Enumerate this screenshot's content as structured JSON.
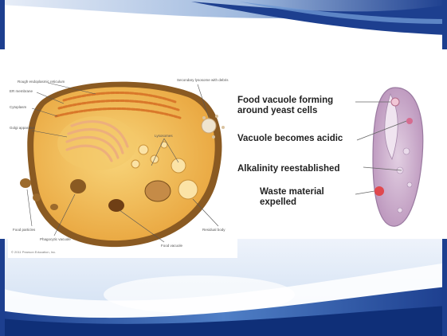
{
  "left_diagram": {
    "labels": {
      "rough_er": "Rough endoplasmic reticulum",
      "er_membrane": "ER membrane",
      "cytoplasm": "Cytoplasm",
      "golgi": "Golgi apparatus",
      "lysosome_top": "Secondary lysosome with debris",
      "lysosomes": "Lysosomes",
      "food_particles": "Food particles",
      "vacuole": "Phagocytic vacuole",
      "residual": "Residual body",
      "food_vacuole": "Food vacuole"
    },
    "copyright": "© 2011 Pearson Education, Inc."
  },
  "right_diagram": {
    "labels": {
      "food_vacuole_1": "Food vacuole forming",
      "food_vacuole_2": "around yeast cells",
      "acidic": "Vacuole becomes acidic",
      "alkalinity": "Alkalinity reestablished",
      "waste_1": "Waste material",
      "waste_2": "expelled"
    }
  },
  "colors": {
    "frame_blue": "#1d3f8f",
    "frame_light": "#5b8fd0",
    "cell_fill": "#f1be55",
    "cell_edge": "#7a4f1c",
    "er_pink": "#e38a9a",
    "paramecium": "#c7a9c8"
  }
}
